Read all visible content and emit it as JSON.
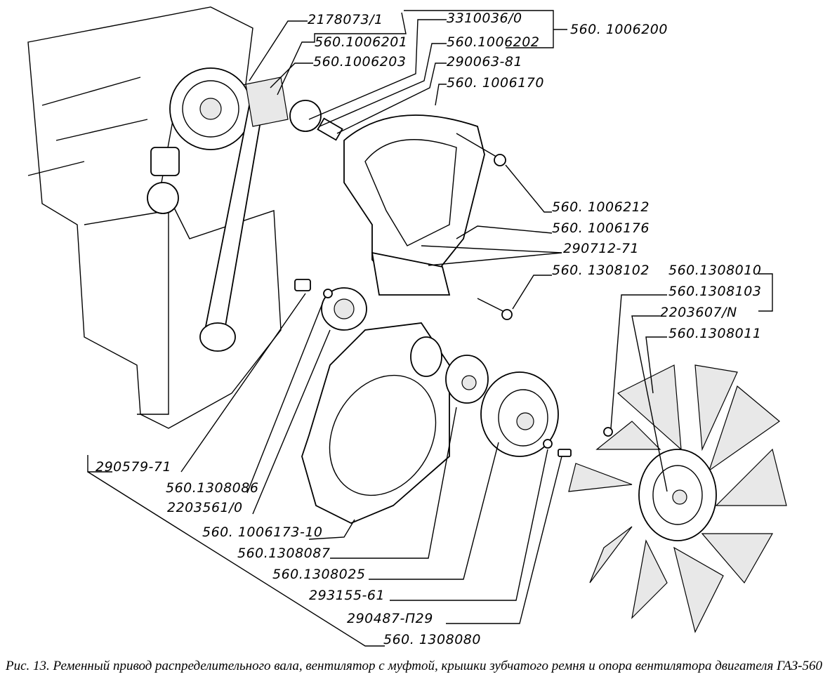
{
  "labels": {
    "l2178073": "2178073/1",
    "l1006201": "560.1006201",
    "l1006203": "560.1006203",
    "l3310036": "3310036/0",
    "l1006202": "560.1006202",
    "l290063": "290063-81",
    "l1006170": "560. 1006170",
    "l1006200": "560. 1006200",
    "l1006212": "560. 1006212",
    "l1006176": "560. 1006176",
    "l290712": "290712-71",
    "l1308102": "560. 1308102",
    "l1308010": "560.1308010",
    "l1308103": "560.1308103",
    "l2203607": "2203607/N",
    "l1308011": "560.1308011",
    "l290579": "290579-71",
    "l1308086": "560.1308086",
    "l2203561": "2203561/0",
    "l1006173": "560. 1006173-10",
    "l1308087": "560.1308087",
    "l1308025": "560.1308025",
    "l293155": "293155-61",
    "l290487": "290487-П29",
    "l1308080": "560. 1308080"
  },
  "caption": "Рис. 13. Ременный привод распределительного вала, вентилятор с муфтой, крышки зубчатого ремня и опора вентилятора двигателя ГАЗ-560"
}
